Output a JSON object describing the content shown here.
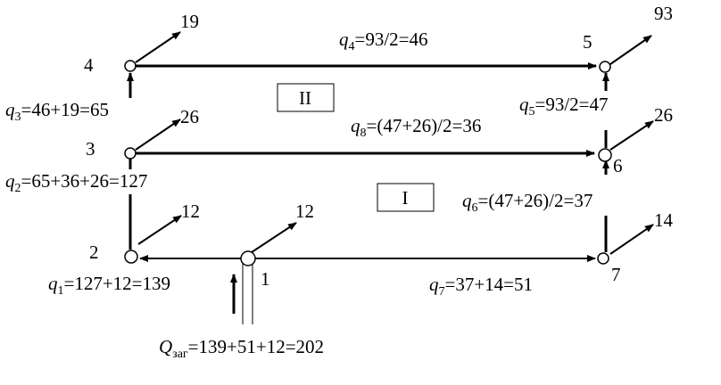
{
  "nodes": {
    "n1": "1",
    "n2": "2",
    "n3": "3",
    "n4": "4",
    "n5": "5",
    "n6": "6",
    "n7": "7"
  },
  "outflows": {
    "o1": "12",
    "o2": "12",
    "o3": "26",
    "o4": "19",
    "o5": "93",
    "o6": "26",
    "o7": "14"
  },
  "rings": {
    "r1": "I",
    "r2": "II"
  },
  "flows": {
    "q1": {
      "var": "q",
      "sub": "1",
      "expr": "=127+12=139"
    },
    "q2": {
      "var": "q",
      "sub": "2",
      "expr": "=65+36+26=127"
    },
    "q3": {
      "var": "q",
      "sub": "3",
      "expr": "=46+19=65"
    },
    "q4": {
      "var": "q",
      "sub": "4",
      "expr": "=93/2=46"
    },
    "q5": {
      "var": "q",
      "sub": "5",
      "expr": "=93/2=47"
    },
    "q6": {
      "var": "q",
      "sub": "6",
      "expr": "=(47+26)/2=37"
    },
    "q7": {
      "var": "q",
      "sub": "7",
      "expr": "=37+14=51"
    },
    "q8": {
      "var": "q",
      "sub": "8",
      "expr": "=(47+26)/2=36"
    },
    "Q": {
      "var": "Q",
      "sub": "заг",
      "expr": "=139+51+12=202"
    }
  }
}
